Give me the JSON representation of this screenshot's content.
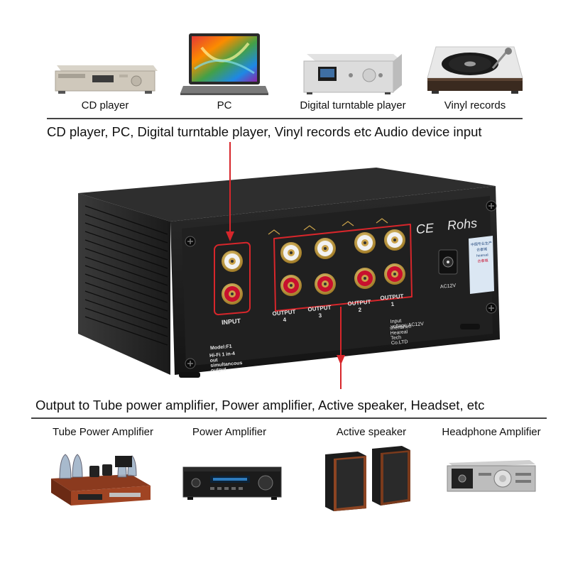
{
  "inputs": {
    "devices": [
      {
        "id": "cd",
        "label": "CD player"
      },
      {
        "id": "pc",
        "label": "PC"
      },
      {
        "id": "digital-turntable",
        "label": "Digital turntable player"
      },
      {
        "id": "vinyl",
        "label": "Vinyl records"
      }
    ],
    "headline": "CD player, PC, Digital turntable player, Vinyl records etc Audio device input"
  },
  "device": {
    "ce_mark": "CE",
    "rohs_mark": "Rohs",
    "input_label": "INPUT",
    "outputs": [
      "OUTPUT 4",
      "OUTPUT 3",
      "OUTPUT 2",
      "OUTPUT 1"
    ],
    "output_numbers": [
      "4",
      "3",
      "2",
      "1"
    ],
    "output_word": "OUTPUT",
    "power_label": "AC12V",
    "voltage_text": "Input voltage:AC12V",
    "maker_text": "shenzhen Heareal Tech Co.LTD",
    "model_text": "Model:F1",
    "desc_text": "Hi-Fi 1 in-4 out simultancous output",
    "sticker_lines": [
      "中国专业生产",
      "合泰城",
      "heareal",
      "合泰城"
    ]
  },
  "outputs": {
    "headline": "Output to Tube power amplifier, Power amplifier, Active speaker, Headset, etc",
    "devices": [
      {
        "id": "tube-amp",
        "label": "Tube Power Amplifier"
      },
      {
        "id": "power-amp",
        "label": "Power Amplifier"
      },
      {
        "id": "active-speaker",
        "label": "Active speaker"
      },
      {
        "id": "headphone-amp",
        "label": "Headphone Amplifier"
      }
    ]
  },
  "colors": {
    "accent_red": "#d7262b",
    "chassis": "#1e1e1e",
    "rca_red": "#c8102e",
    "rca_white": "#f2f2f2",
    "gold": "#c9a24a"
  }
}
